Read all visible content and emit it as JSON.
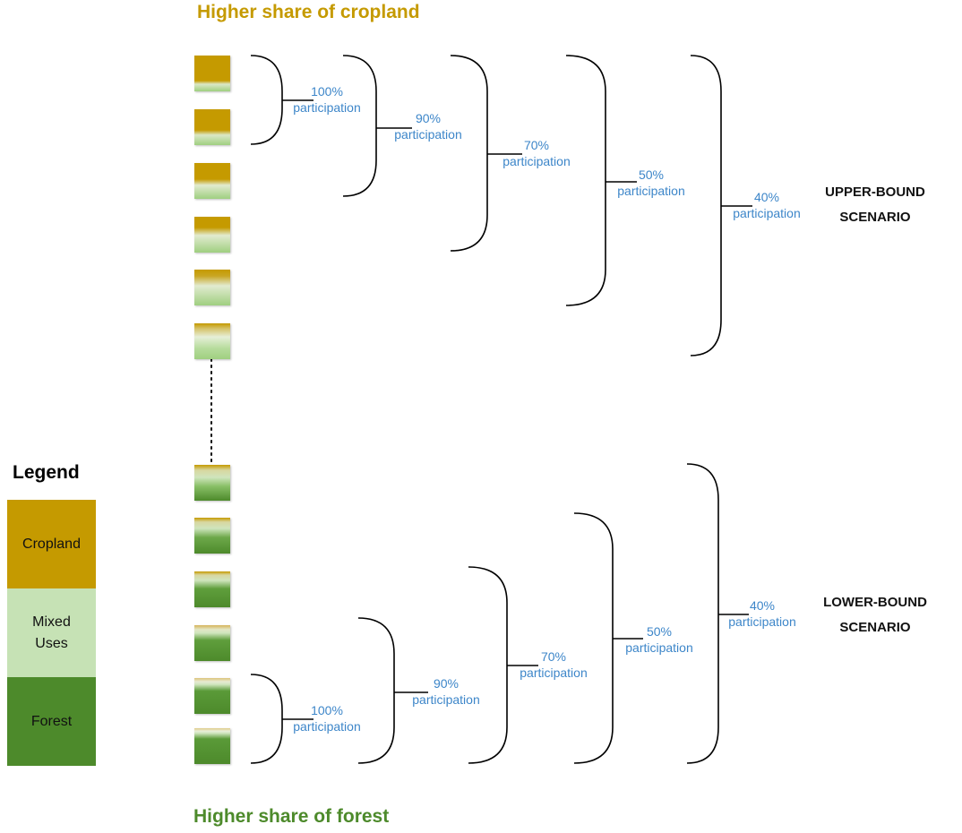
{
  "headings": {
    "top": "Higher share of cropland",
    "bottom": "Higher share of forest"
  },
  "legend": {
    "title": "Legend",
    "items": [
      {
        "label": "Cropland",
        "color": "#c59a00"
      },
      {
        "label": "Mixed\nUses",
        "color": "#c6e2b5"
      },
      {
        "label": "Forest",
        "color": "#4d8a2b"
      }
    ]
  },
  "scenarios": [
    {
      "name": "UPPER-BOUND\nSCENARIO",
      "groups": [
        {
          "pct": "100%",
          "word": "participation"
        },
        {
          "pct": "90%",
          "word": "participation"
        },
        {
          "pct": "70%",
          "word": "participation"
        },
        {
          "pct": "50%",
          "word": "participation"
        },
        {
          "pct": "40%",
          "word": "participation"
        }
      ]
    },
    {
      "name": "LOWER-BOUND\nSCENARIO",
      "groups": [
        {
          "pct": "100%",
          "word": "participation"
        },
        {
          "pct": "90%",
          "word": "participation"
        },
        {
          "pct": "70%",
          "word": "participation"
        },
        {
          "pct": "50%",
          "word": "participation"
        },
        {
          "pct": "40%",
          "word": "participation"
        }
      ]
    }
  ],
  "colors": {
    "cropland": "#c59a00",
    "mixed": "#c6e2b5",
    "forest": "#4d8a2b",
    "label": "#3d86c9",
    "bracket": "#000000"
  }
}
